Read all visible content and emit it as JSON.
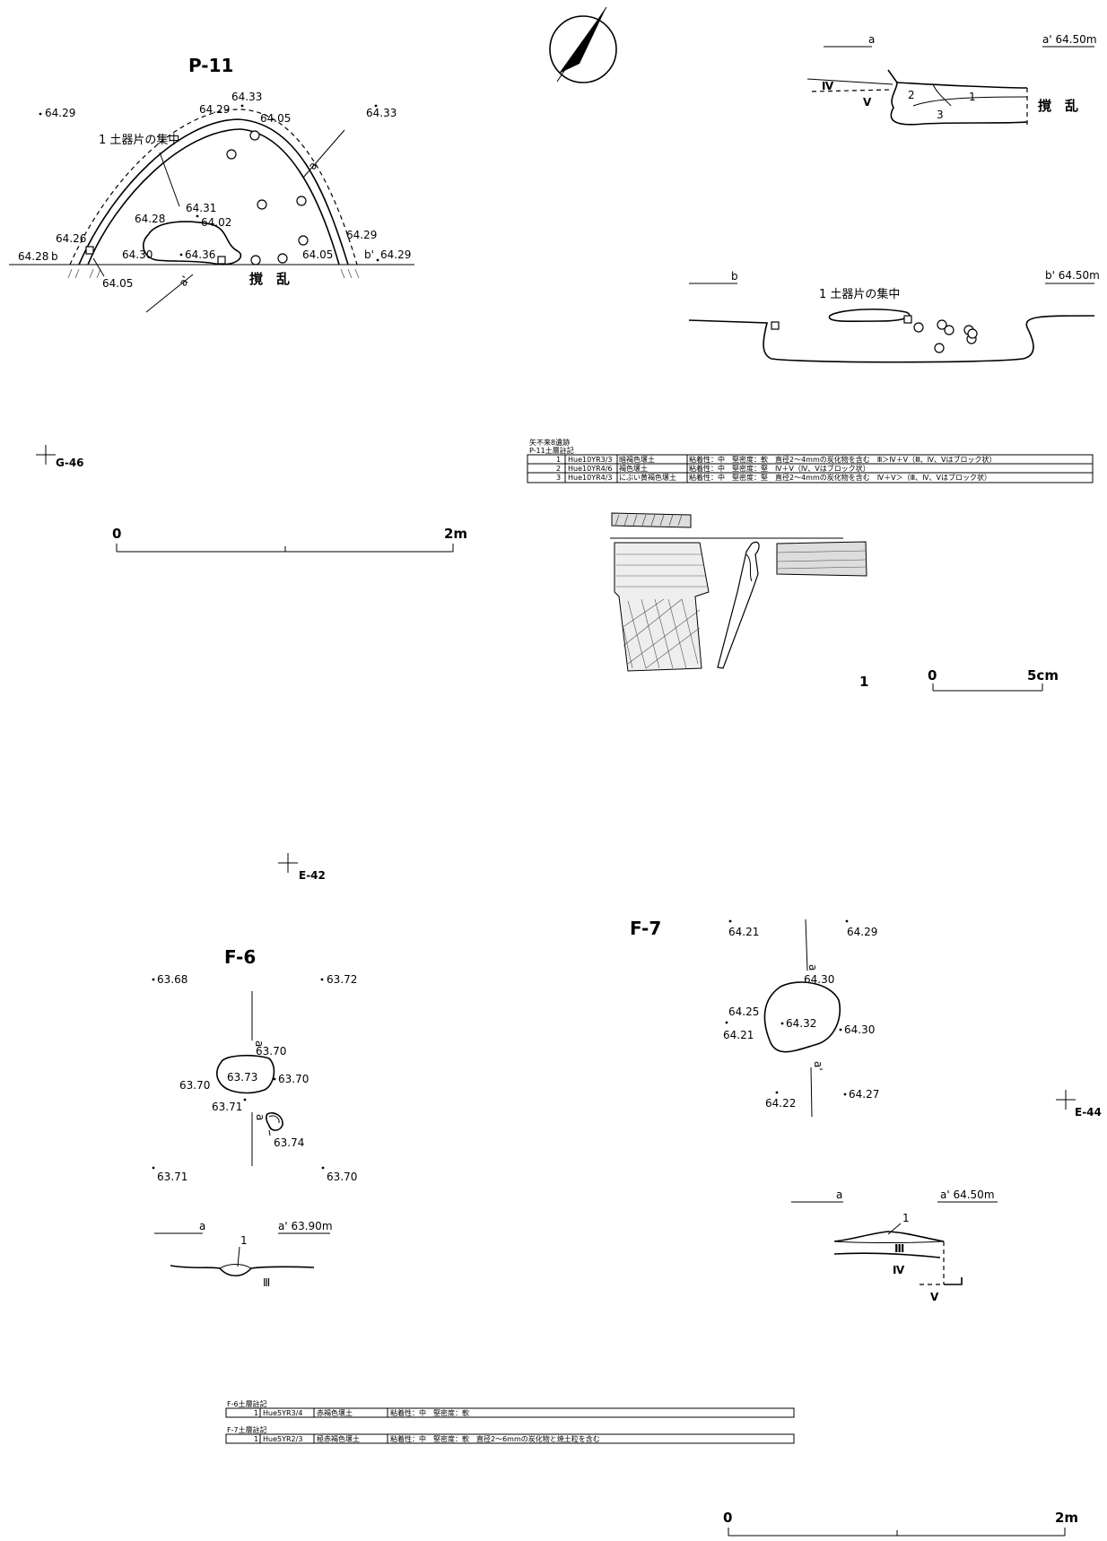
{
  "north_arrow": {
    "icon": "north-arrow-icon"
  },
  "p11": {
    "title": "P-11",
    "concentration_label": "1 土器片の集中",
    "disturbed": "撹　乱",
    "points": {
      "p1": "64.29",
      "p2": "64.33",
      "p3": "64.29",
      "p4": "64.05",
      "p5": "64.33",
      "p6": "64.31",
      "p7": "64.02",
      "p8": "64.28",
      "p9": "64.26",
      "p10": "64.28",
      "p11": "64.30",
      "p12": "64.36",
      "p13": "64.05",
      "p14": "64.29",
      "p15": "64.29",
      "p16": "64.05"
    },
    "section_a": "a",
    "section_a2": "a'",
    "section_b": "b",
    "section_b2": "b'",
    "grid": "G-46"
  },
  "p11_section_a": {
    "label_a": "a",
    "label_a2": "a' 64.50m",
    "layer_IV": "Ⅳ",
    "layer_V": "Ⅴ",
    "layer_1": "1",
    "layer_2": "2",
    "layer_3": "3",
    "disturbed": "撹　乱"
  },
  "p11_section_b": {
    "label_b": "b",
    "label_b2": "b' 64.50m",
    "concentration_label": "1 土器片の集中"
  },
  "scale_left": {
    "zero": "0",
    "end": "2m"
  },
  "soil_table_p11": {
    "site": "矢不来8遺跡",
    "caption": "P-11土層註記",
    "rows": [
      {
        "no": "1",
        "color": "Hue10YR3/3",
        "soil": "暗褐色壌土",
        "note": "粘着性：中　堅密度：軟　直径2～4mmの炭化物を含む　Ⅲ＞Ⅳ＋Ⅴ（Ⅲ、Ⅳ、Ⅴはブロック状）"
      },
      {
        "no": "2",
        "color": "Hue10YR4/6",
        "soil": "褐色壌土",
        "note": "粘着性：中　堅密度：堅　Ⅳ＋Ⅴ（Ⅳ、Ⅴはブロック状）"
      },
      {
        "no": "3",
        "color": "Hue10YR4/3",
        "soil": "にぶい黄褐色壌土",
        "note": "粘着性：中　堅密度：堅　直径2～4mmの炭化物を含む　Ⅳ＋Ⅴ＞（Ⅲ、Ⅳ、Ⅴはブロック状）"
      }
    ]
  },
  "artifact": {
    "number": "1",
    "scale_zero": "0",
    "scale_end": "5cm"
  },
  "grid_e42": "E-42",
  "grid_e44": "E-44",
  "f6": {
    "title": "F-6",
    "points": {
      "p1": "63.68",
      "p2": "63.72",
      "p3": "63.70",
      "p4": "63.73",
      "p5": "63.70",
      "p6": "63.70",
      "p7": "63.71",
      "p8": "63.74",
      "p9": "63.71",
      "p10": "63.70"
    },
    "label_a": "a",
    "label_a2": "a",
    "section": {
      "label_a": "a",
      "label_a2": "a' 63.90m",
      "layer_1": "1",
      "layer_III": "Ⅲ"
    }
  },
  "f7": {
    "title": "F-7",
    "points": {
      "p1": "64.21",
      "p2": "64.29",
      "p3": "64.30",
      "p4": "64.25",
      "p5": "64.21",
      "p6": "64.32",
      "p7": "64.30",
      "p8": "64.22",
      "p9": "64.27"
    },
    "label_a": "a",
    "label_a2": "a'",
    "section": {
      "label_a": "a",
      "label_a2": "a' 64.50m",
      "layer_1": "1",
      "layer_III": "Ⅲ",
      "layer_IV": "Ⅳ",
      "layer_V": "Ⅴ"
    }
  },
  "soil_table_f6": {
    "caption": "F-6土層註記",
    "rows": [
      {
        "no": "1",
        "color": "Hue5YR3/4",
        "soil": "赤褐色壌土",
        "note": "粘着性：中　堅密度：軟"
      }
    ]
  },
  "soil_table_f7": {
    "caption": "F-7土層註記",
    "rows": [
      {
        "no": "1",
        "color": "Hue5YR2/3",
        "soil": "極赤褐色壌土",
        "note": "粘着性：中　堅密度：軟　直径2～6mmの炭化物と焼土粒を含む"
      }
    ]
  },
  "scale_bottom": {
    "zero": "0",
    "end": "2m"
  }
}
